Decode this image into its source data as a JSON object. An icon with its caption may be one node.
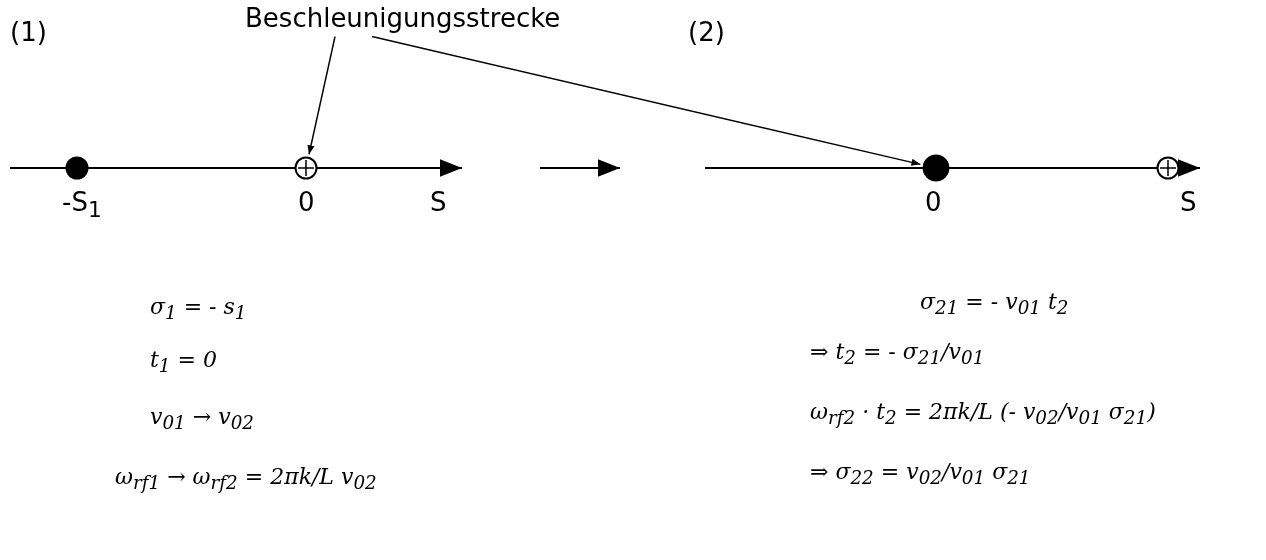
{
  "diagram": {
    "nodes": [
      {
        "text": [
          "Beschleunigungsstrecke"
        ]
      },
      {
        "text": [],
        "shape": "circle"
      },
      {
        "text": [],
        "shape": "circle"
      },
      {
        "text": [],
        "shape": "circle"
      },
      {
        "text": [],
        "shape": "circle"
      }
    ],
    "edges": [
      {
        "from": 0,
        "to": 2,
        "arrow": "to"
      },
      {
        "from": 0,
        "to": 3,
        "arrow": "to"
      }
    ],
    "labels": [
      "(1)",
      "(2)",
      "-S$_{1}$",
      "0",
      "S",
      "0",
      "S",
      "σ$_{1}$ = - s$_{1}$",
      "t$_{1}$ = 0",
      "v$_{01}$ → v$_{02}$",
      "ω$_{rf1}$ → ω$_{rf2}$ = 2πk/L v$_{02}$",
      "σ$_{21}$ = - v$_{01}$ t$_{2}$",
      "⇒ t$_{2}$ = - σ$_{21}$/v$_{01}$",
      "ω$_{rf2}$ · t$_{2}$ = 2πk/L (- v$_{02}$/v$_{01}$ σ$_{21}$)",
      "⇒ σ$_{22}$ = v$_{02}$/v$_{01}$ σ$_{21}$"
    ]
  }
}
